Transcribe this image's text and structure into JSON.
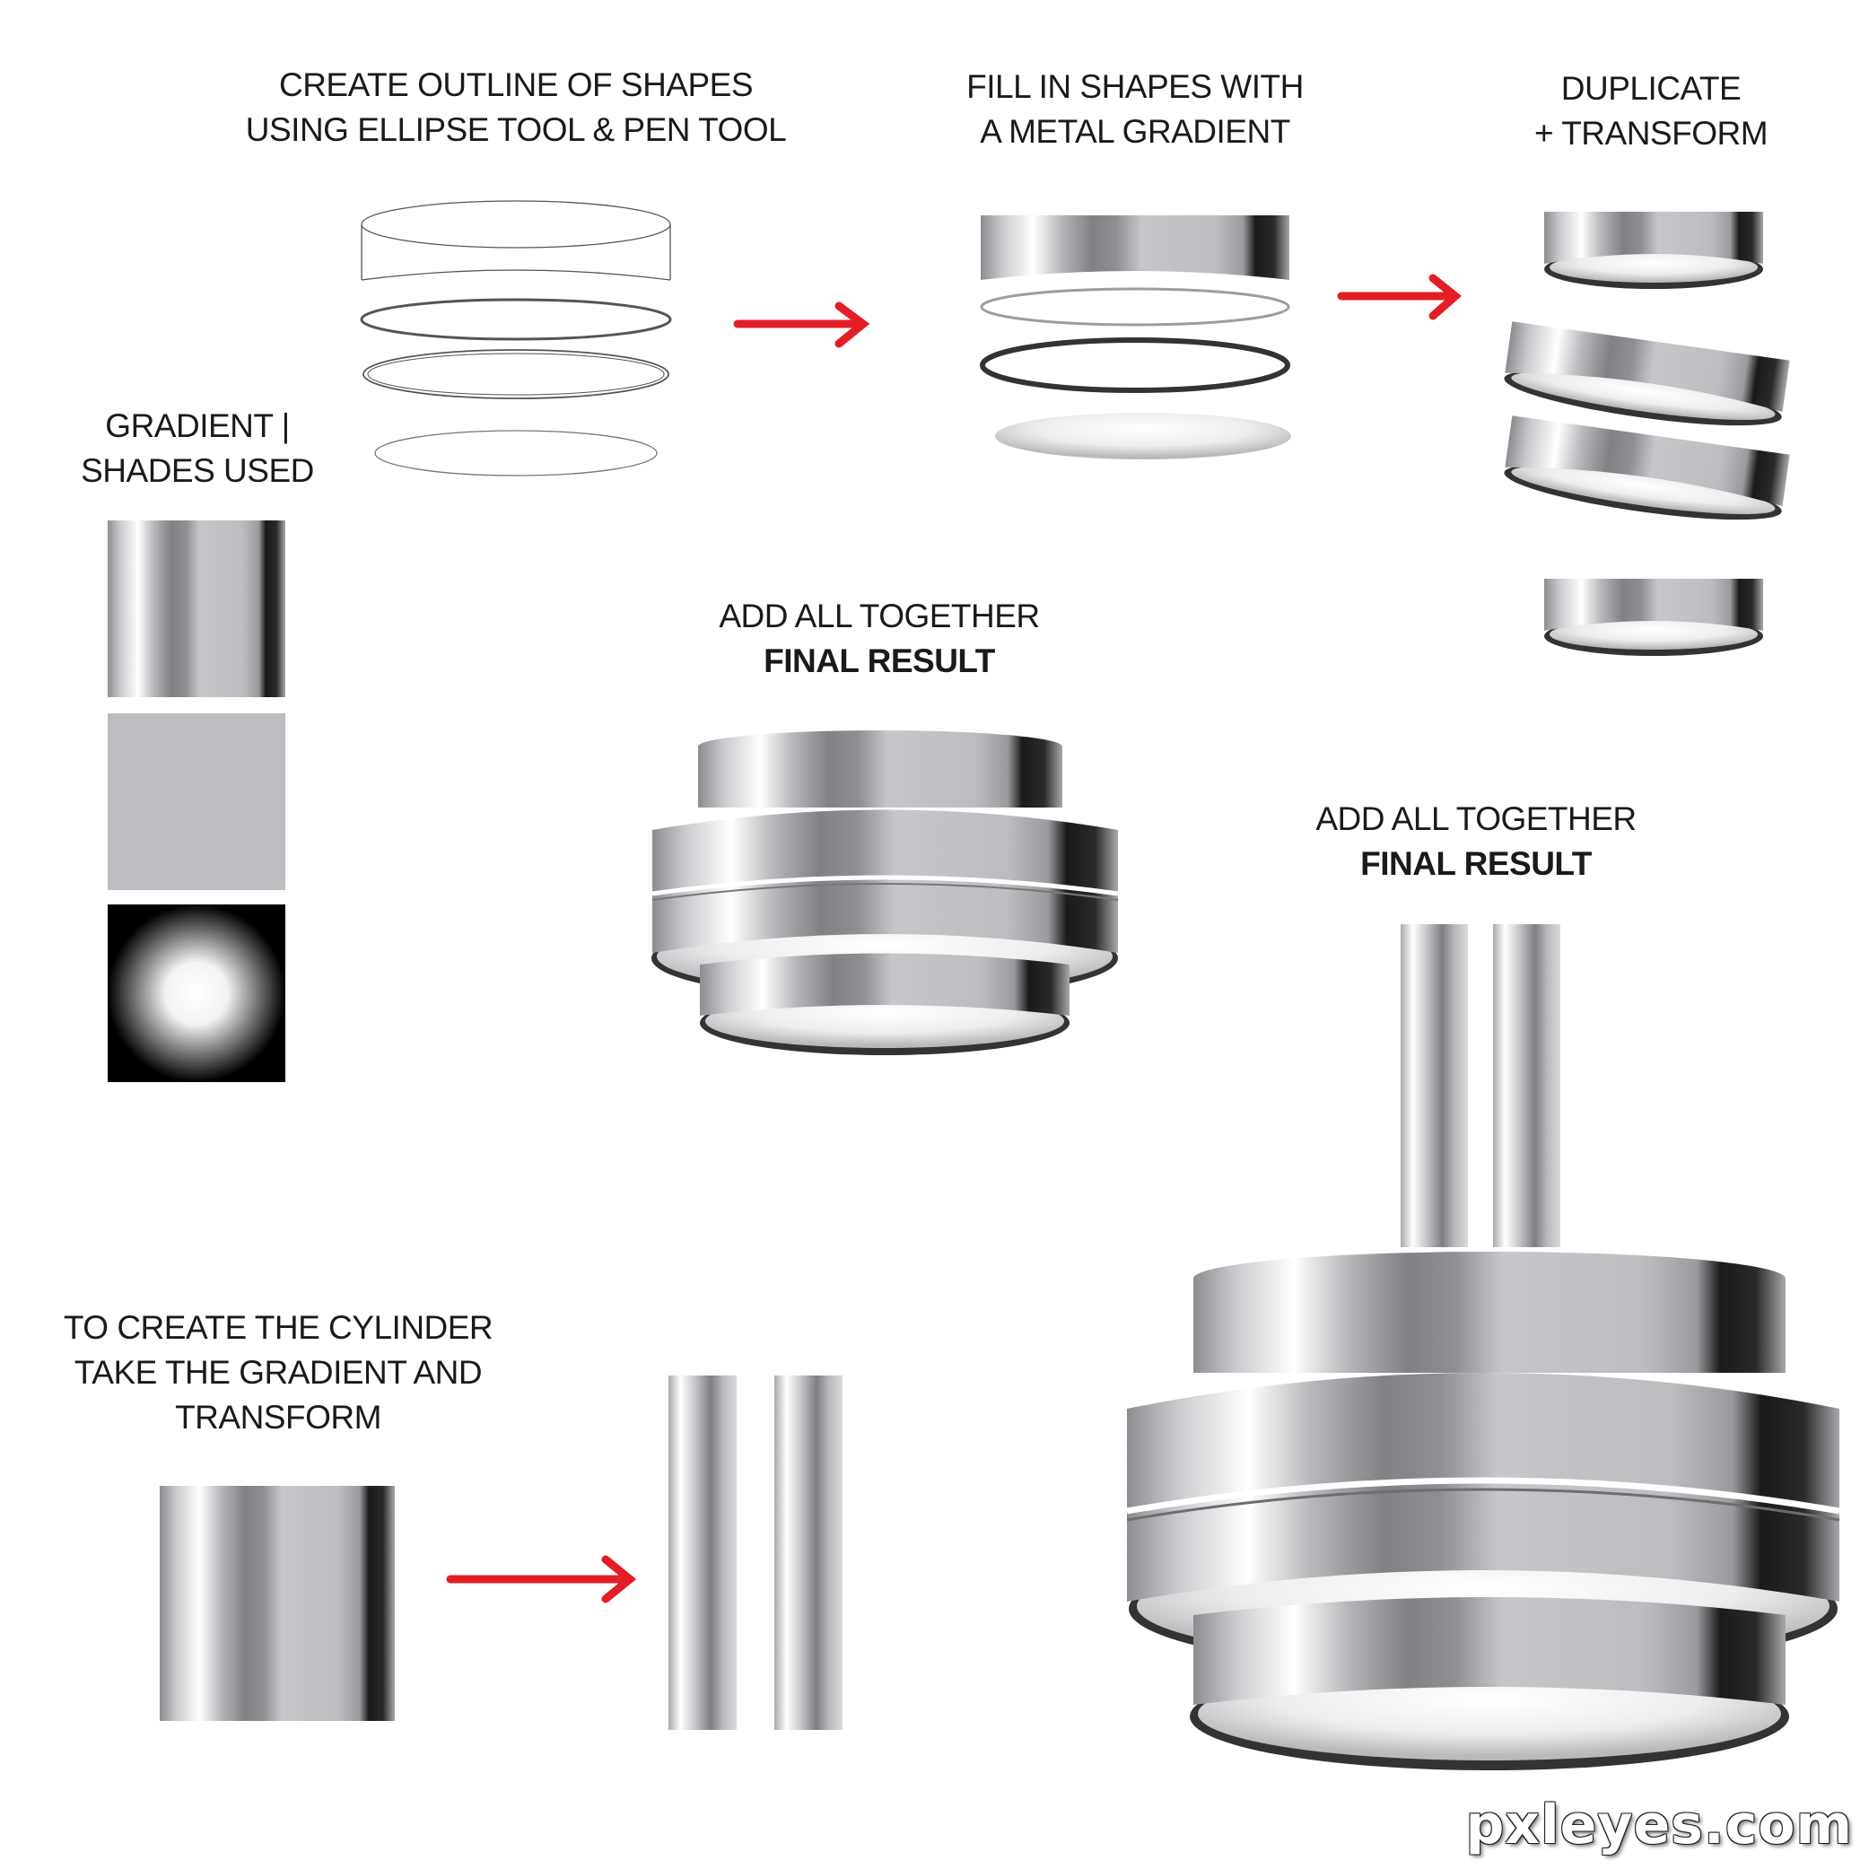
{
  "captions": {
    "outline": [
      "CREATE OUTLINE OF SHAPES",
      "USING ELLIPSE TOOL & PEN TOOL"
    ],
    "fill": [
      "FILL IN SHAPES WITH",
      "A METAL GRADIENT"
    ],
    "duplicate": [
      "DUPLICATE",
      "+ TRANSFORM"
    ],
    "shades": [
      "GRADIENT |",
      "SHADES USED"
    ],
    "final_small": [
      "ADD ALL TOGETHER",
      "FINAL RESULT"
    ],
    "final_large": [
      "ADD ALL TOGETHER",
      "FINAL RESULT"
    ],
    "cylinder": [
      "TO CREATE THE CYLINDER",
      "TAKE THE GRADIENT AND",
      "TRANSFORM"
    ]
  },
  "watermark": "pxleyes.com",
  "colors": {
    "arrow": "#e41e26",
    "flat_shade": "#bcbdc0",
    "rim_dark": "#3a3a3a"
  }
}
